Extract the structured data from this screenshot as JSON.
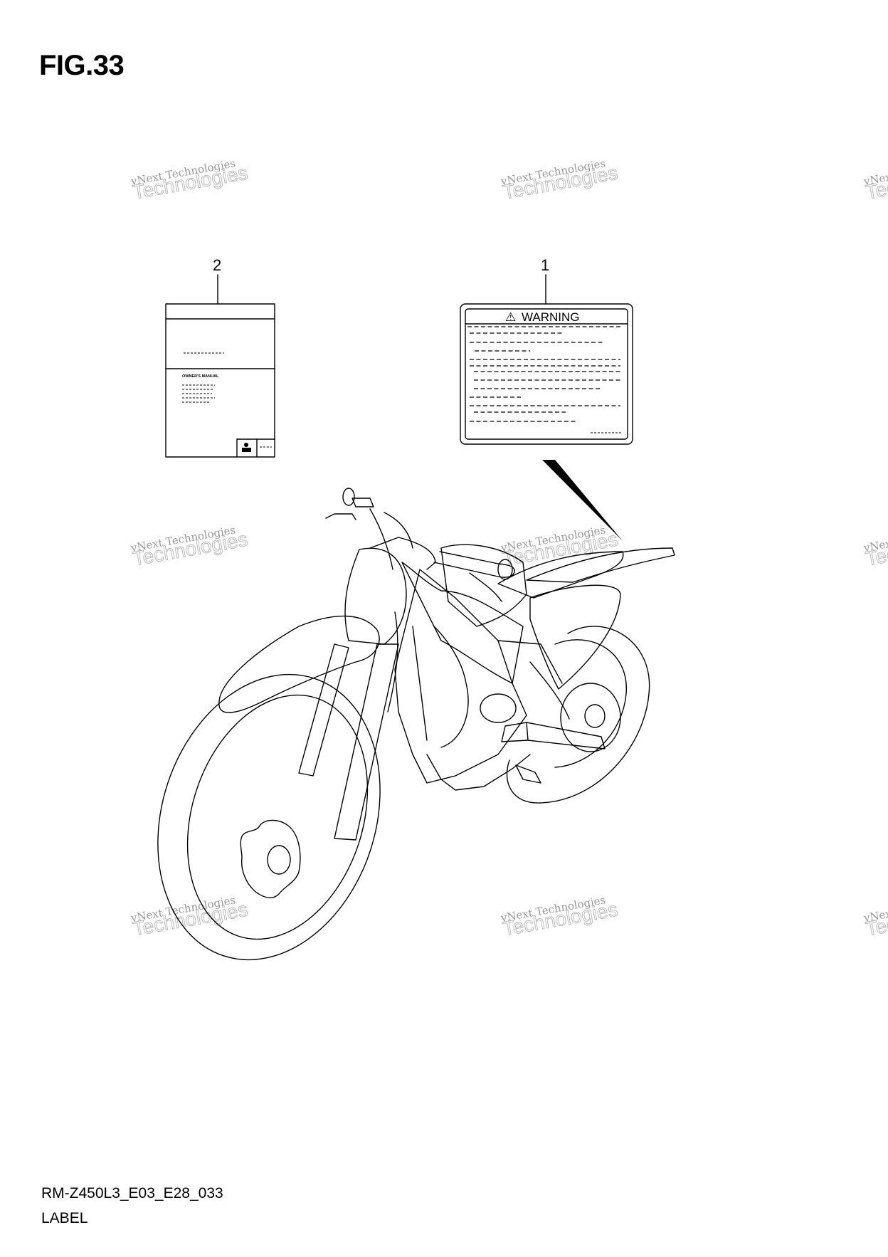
{
  "figure": {
    "title": "FIG.33"
  },
  "footer": {
    "code": "RM-Z450L3_E03_E28_033",
    "caption": "LABEL"
  },
  "callouts": [
    {
      "number": "1"
    },
    {
      "number": "2"
    }
  ],
  "warning_label": {
    "symbol": "⚠",
    "title": "WARNING"
  },
  "owners_manual": {
    "heading": "OWNER'S MANUAL"
  },
  "watermark": {
    "line1": "vNext Technologies",
    "line2": "Technologies"
  }
}
